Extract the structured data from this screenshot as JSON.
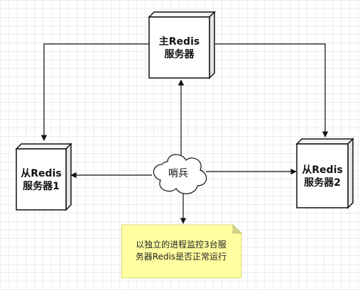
{
  "nodes": {
    "master": {
      "line1": "主Redis",
      "line2": "服务器"
    },
    "slave1": {
      "line1": "从Redis",
      "line2": "服务器1"
    },
    "slave2": {
      "line1": "从Redis",
      "line2": "服务器2"
    },
    "sentinel": {
      "label": "哨兵"
    }
  },
  "note": {
    "line1": "以独立的进程监控3台服",
    "line2": "务器Redis是否正常运行"
  },
  "colors": {
    "note_fill": "#ffffa0",
    "note_fold": "#d4d48a",
    "stroke": "#111111",
    "box_fill": "#ffffff",
    "box_side": "#e6e6e6"
  }
}
